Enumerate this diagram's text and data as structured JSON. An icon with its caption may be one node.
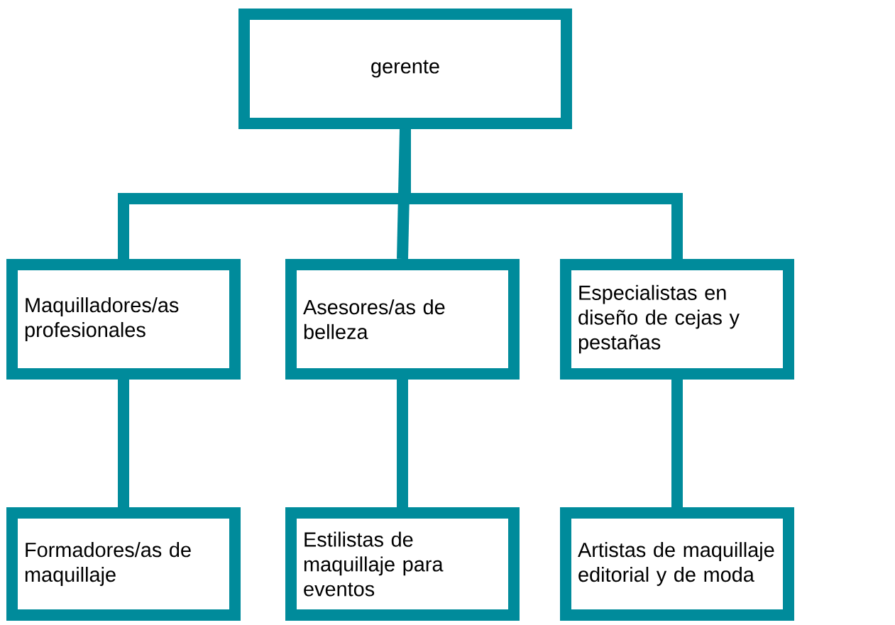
{
  "diagram": {
    "nodes": [
      {
        "text": [
          "gerente"
        ]
      },
      {
        "text": [
          "Maquilladores/as profesionales"
        ]
      },
      {
        "text": [
          "Asesores/as de belleza"
        ]
      },
      {
        "text": [
          "Especialistas en diseño de cejas y pestañas"
        ]
      },
      {
        "text": [
          "Formadores/as de maquillaje"
        ]
      },
      {
        "text": [
          "Estilistas de maquillaje para eventos"
        ]
      },
      {
        "text": [
          "Artistas de maquillaje editorial y de moda"
        ]
      }
    ],
    "edges": [
      {
        "from": 0,
        "to": 1,
        "arrow": "none"
      },
      {
        "from": 0,
        "to": 2,
        "arrow": "none"
      },
      {
        "from": 0,
        "to": 3,
        "arrow": "none"
      },
      {
        "from": 1,
        "to": 4,
        "arrow": "none"
      },
      {
        "from": 2,
        "to": 5,
        "arrow": "none"
      },
      {
        "from": 3,
        "to": 6,
        "arrow": "none"
      }
    ]
  }
}
